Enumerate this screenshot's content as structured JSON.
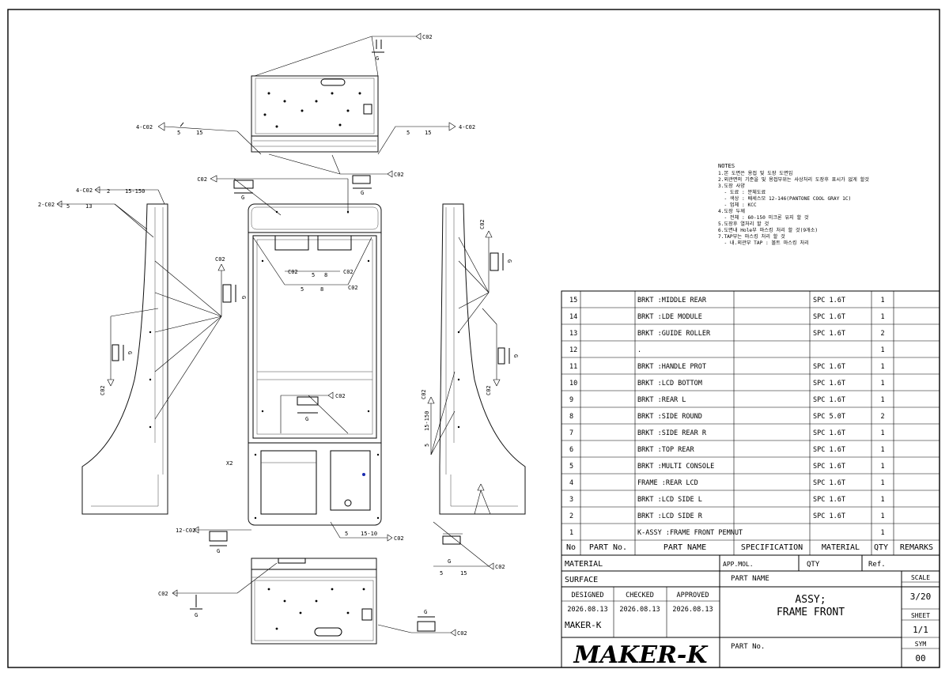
{
  "notes": {
    "title": "NOTES",
    "lines": [
      "1.본 도면은 용접 및 도장 도면임",
      "2.외관면의 기준을 및 용접부위는 사상처리 도장후 표시가 없게 할것",
      "3.도장 사양",
      "  - 도료 : 분체도료",
      "  - 색상 : 배세스모 12-146(PANTONE COOL GRAY 1C)",
      "  - 업체 : KCC",
      "4.도장 두께",
      "  - 전체 : 60-150 미크론 유지 할 것",
      "5.도장후 열처리 할 것",
      "6.도면내 Hole부 마스킹 처리 할 것(9개소)",
      "7.TAP부는 마스킹 처리 할 것",
      "  - 내.외관부 TAP : 볼트 마스킹 처리"
    ]
  },
  "welds": {
    "c02": "C02",
    "c02_4": "4-C02",
    "c02_2": "2-C02",
    "c02_12": "12-C02",
    "g": "G",
    "n5": "5",
    "n15": "15",
    "n2": "2",
    "n15_150": "15-150",
    "n13": "13",
    "n8": "8",
    "n15_10": "15-10",
    "x2": "X2"
  },
  "bom": {
    "headers": [
      "No",
      "PART No.",
      "PART NAME",
      "SPECIFICATION",
      "MATERIAL",
      "QTY",
      "REMARKS"
    ],
    "rows": [
      {
        "no": "15",
        "name": "BRKT :MIDDLE REAR",
        "material": "SPC 1.6T",
        "qty": "1"
      },
      {
        "no": "14",
        "name": "BRKT :LDE MODULE",
        "material": "SPC 1.6T",
        "qty": "1"
      },
      {
        "no": "13",
        "name": "BRKT :GUIDE ROLLER",
        "material": "SPC 1.6T",
        "qty": "2"
      },
      {
        "no": "12",
        "name": ".",
        "material": "",
        "qty": "1"
      },
      {
        "no": "11",
        "name": "BRKT :HANDLE PROT",
        "material": "SPC 1.6T",
        "qty": "1"
      },
      {
        "no": "10",
        "name": "BRKT :LCD BOTTOM",
        "material": "SPC 1.6T",
        "qty": "1"
      },
      {
        "no": "9",
        "name": "BRKT :REAR L",
        "material": "SPC 1.6T",
        "qty": "1"
      },
      {
        "no": "8",
        "name": "BRKT :SIDE ROUND",
        "material": "SPC 5.0T",
        "qty": "2"
      },
      {
        "no": "7",
        "name": "BRKT :SIDE REAR R",
        "material": "SPC 1.6T",
        "qty": "1"
      },
      {
        "no": "6",
        "name": "BRKT :TOP REAR",
        "material": "SPC 1.6T",
        "qty": "1"
      },
      {
        "no": "5",
        "name": "BRKT :MULTI CONSOLE",
        "material": "SPC 1.6T",
        "qty": "1"
      },
      {
        "no": "4",
        "name": "FRAME :REAR LCD",
        "material": "SPC 1.6T",
        "qty": "1"
      },
      {
        "no": "3",
        "name": "BRKT :LCD SIDE L",
        "material": "SPC 1.6T",
        "qty": "1"
      },
      {
        "no": "2",
        "name": "BRKT :LCD SIDE R",
        "material": "SPC 1.6T",
        "qty": "1"
      },
      {
        "no": "1",
        "name": "K-ASSY :FRAME FRONT PEMNUT",
        "material": "",
        "qty": "1"
      }
    ]
  },
  "title_block": {
    "material_label": "MATERIAL",
    "app_mol_label": "APP.MOL.",
    "qty_label": "QTY",
    "ref_label": "Ref.",
    "surface_label": "SURFACE",
    "part_name_label": "PART NAME",
    "part_name_line1": "ASSY;",
    "part_name_line2": "FRAME FRONT",
    "designed_label": "DESIGNED",
    "checked_label": "CHECKED",
    "approved_label": "APPROVED",
    "designed_date": "2026.08.13",
    "checked_date": "2026.08.13",
    "approved_date": "2026.08.13",
    "designer": "MAKER-K",
    "company": "MAKER-K",
    "part_no_label": "PART No.",
    "scale_label": "SCALE",
    "scale": "3/20",
    "sheet_label": "SHEET",
    "sheet": "1/1",
    "sym_label": "SYM",
    "sym": "00"
  }
}
